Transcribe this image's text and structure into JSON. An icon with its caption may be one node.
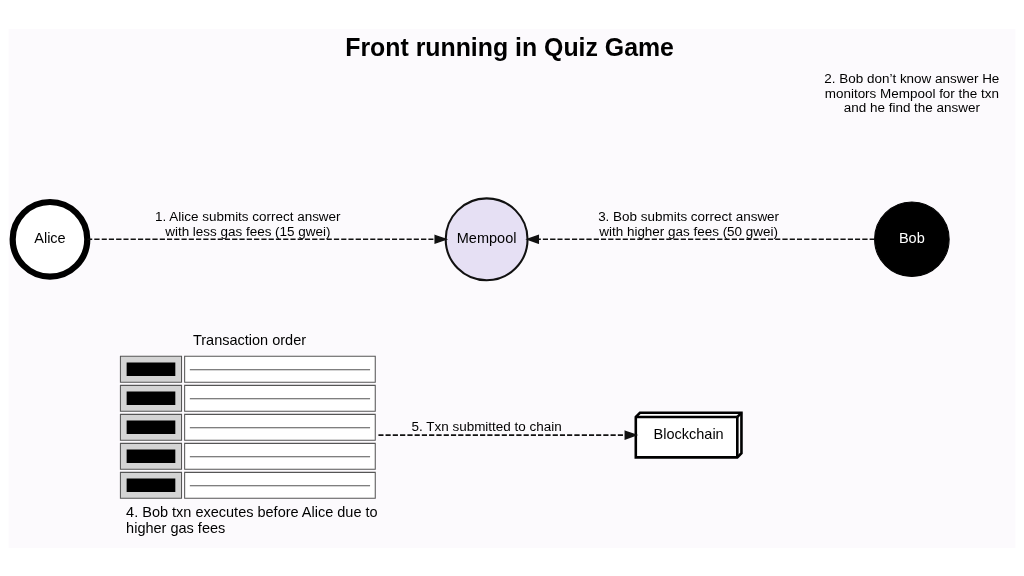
{
  "diagram": {
    "title": "Front running in Quiz Game",
    "nodes": [
      {
        "text": [
          "Alice"
        ]
      },
      {
        "text": [
          "Mempool"
        ]
      },
      {
        "text": [
          "Bob"
        ]
      },
      {
        "text": [
          "Transaction order"
        ],
        "beside": [
          "4. Bob txn executes before Alice due to higher gas fees"
        ]
      },
      {
        "text": [
          "Blockchain"
        ]
      }
    ],
    "edges": [
      {
        "from": 0,
        "to": 1,
        "arrow": "to",
        "label": "1. Alice submits correct answer with less gas fees (15 gwei)",
        "style": "dashed"
      },
      {
        "from": 2,
        "to": 1,
        "arrow": "to",
        "label": "3. Bob submits correct answer with higher gas fees (50 gwei)",
        "style": "dashed"
      },
      {
        "from": 3,
        "to": 4,
        "arrow": "to",
        "label": "5. Txn submitted to chain",
        "style": "dashed"
      }
    ],
    "labels": [
      "2. Bob don’t know answer He monitors Mempool for the txn and he find the answer"
    ]
  }
}
